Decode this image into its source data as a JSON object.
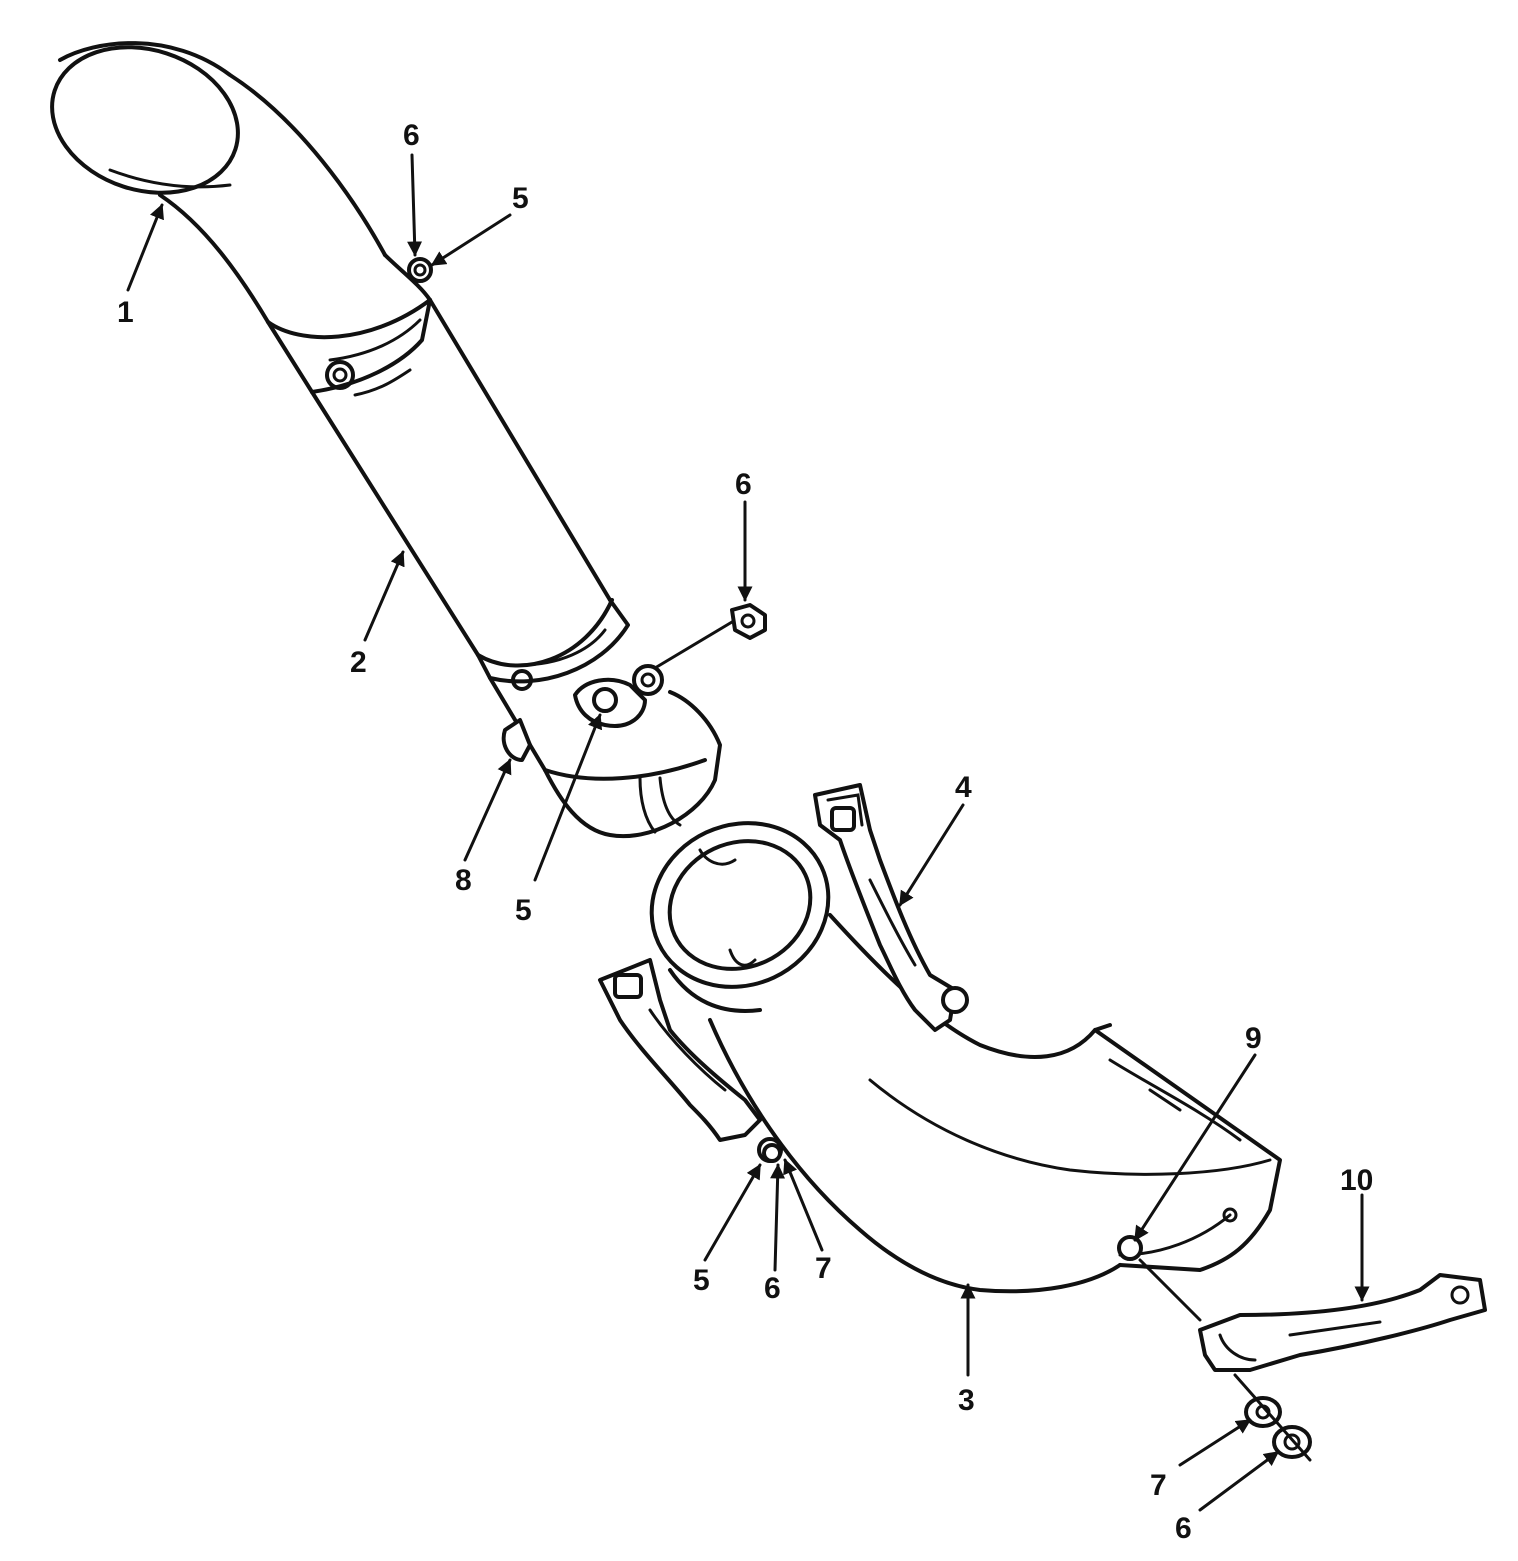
{
  "figure": {
    "callouts": {
      "c1": "1",
      "c2": "2",
      "c3": "3",
      "c4": "4",
      "c5a": "5",
      "c5b": "5",
      "c5c": "5",
      "c6a": "6",
      "c6b": "6",
      "c6c": "6",
      "c6d": "6",
      "c7a": "7",
      "c7b": "7",
      "c8": "8",
      "c9": "9",
      "c10": "10"
    }
  },
  "colors": {
    "ink": "#111111",
    "paper": "#ffffff"
  }
}
